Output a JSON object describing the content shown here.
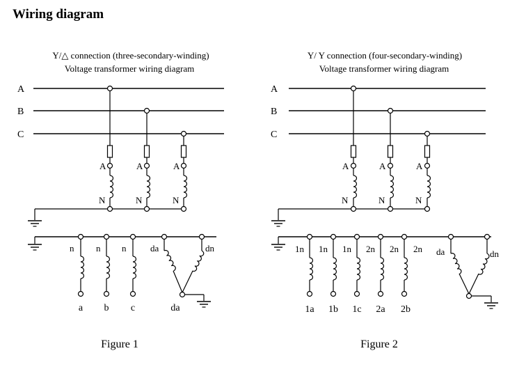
{
  "page_title": "Wiring diagram",
  "fig1": {
    "title_line1": "Y/△ connection (three-secondary-winding)",
    "title_line2": "Voltage transformer wiring diagram",
    "phases": [
      "A",
      "B",
      "C"
    ],
    "prim_top": [
      "A",
      "A",
      "A"
    ],
    "prim_bot": [
      "N",
      "N",
      "N"
    ],
    "sec_top": [
      "n",
      "n",
      "n"
    ],
    "sec_bot": [
      "a",
      "b",
      "c"
    ],
    "delta_top": [
      "da",
      "dn"
    ],
    "delta_bot": "da",
    "caption": "Figure 1"
  },
  "fig2": {
    "title_line1": "Y/ Y connection (four-secondary-winding)",
    "title_line2": "Voltage transformer wiring diagram",
    "phases": [
      "A",
      "B",
      "C"
    ],
    "prim_top": [
      "A",
      "A",
      "A"
    ],
    "prim_bot": [
      "N",
      "N",
      "N"
    ],
    "sec_top": [
      "1n",
      "1n",
      "1n",
      "2n",
      "2n",
      "2n"
    ],
    "sec_bot": [
      "1a",
      "1b",
      "1c",
      "2a",
      "2b"
    ],
    "delta_top": [
      "da",
      "dn"
    ],
    "caption": "Figure 2"
  }
}
